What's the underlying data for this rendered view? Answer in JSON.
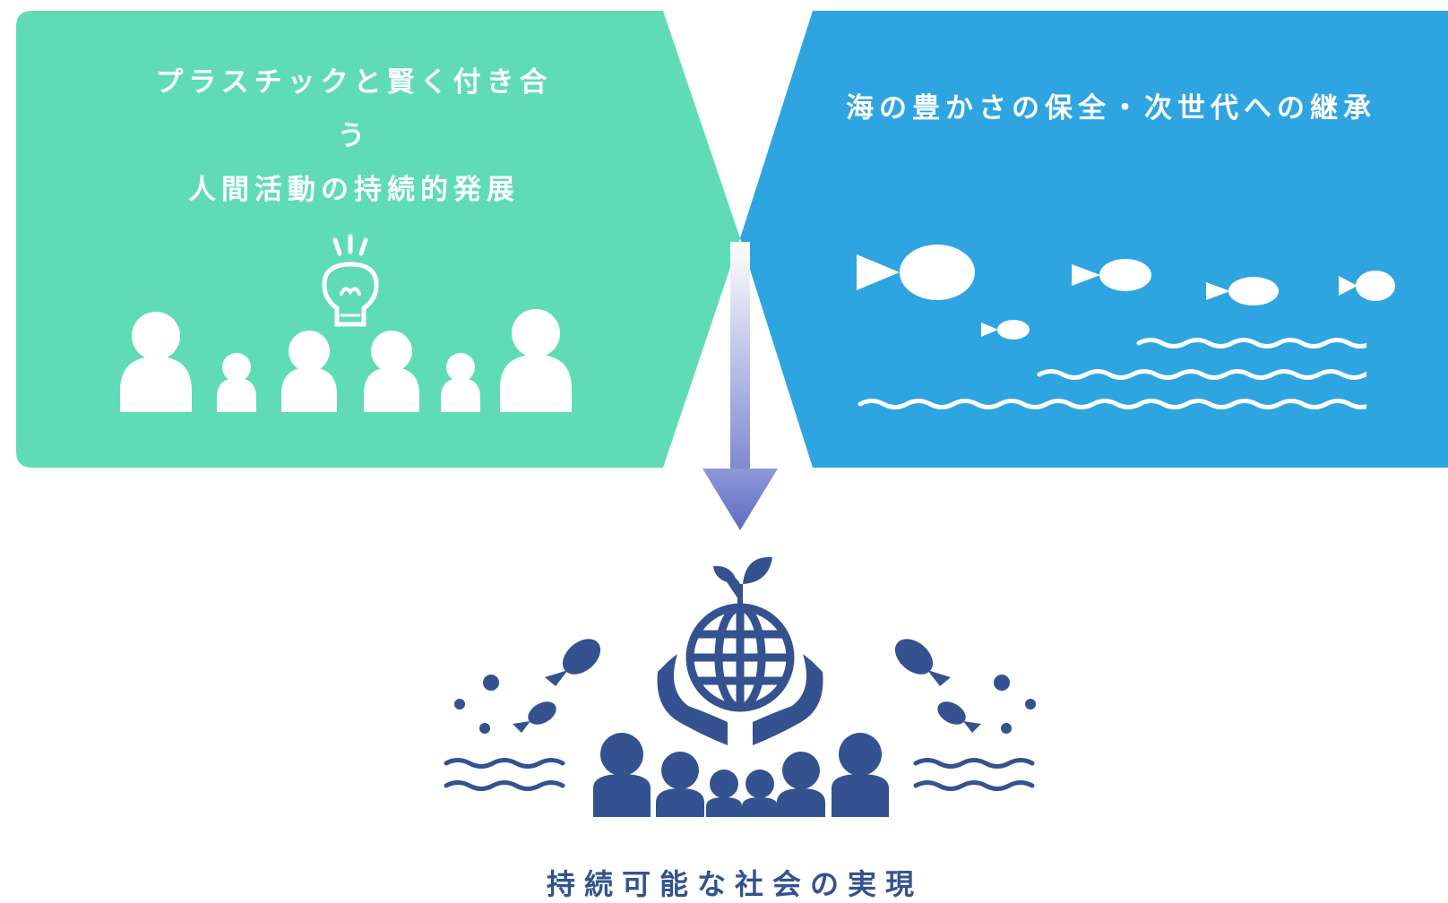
{
  "left_panel": {
    "lines": [
      "プラスチックと賢く付き合う",
      "人間活動の持続的発展"
    ],
    "color": "#5fdcb6"
  },
  "right_panel": {
    "title": "海の豊かさの保全・次世代への継承",
    "color": "#2ea5e1"
  },
  "result": {
    "title": "持続可能な社会の実現",
    "color": "#34528f"
  },
  "icons": {
    "left": [
      "people-icon",
      "lightbulb-icon"
    ],
    "right": [
      "fish-icon",
      "wave-icon"
    ],
    "bottom": [
      "sprout-icon",
      "globe-icon",
      "hands-icon",
      "people-icon",
      "fish-icon",
      "wave-icon"
    ]
  }
}
